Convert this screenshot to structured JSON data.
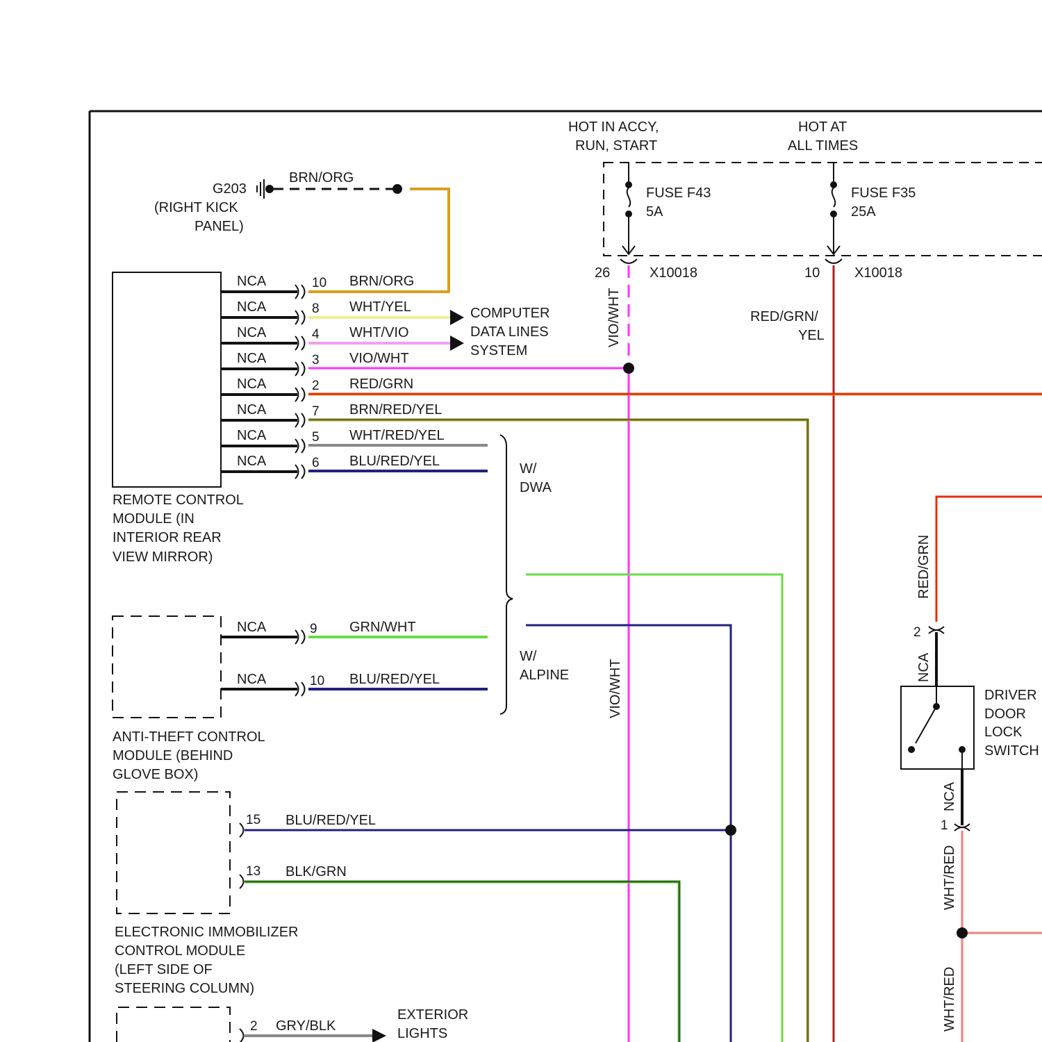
{
  "colors": {
    "brn_org": "#d9a020",
    "wht_yel": "#f0ee90",
    "wht_vio": "#f0a0f0",
    "vio_wht": "#ff33ff",
    "red_grn": "#e03010",
    "brn_red_yel": "#6b6b22",
    "wht_red_yel": "#888888",
    "blu_red_yel": "#202080",
    "grn_wht": "#66dd44",
    "blk_grn": "#2d6b1a",
    "red_grn_yel": "#b02020",
    "wht_red": "#f08080",
    "gry_blk": "#888888",
    "black": "#111111"
  },
  "power": {
    "accy_label_1": "HOT IN ACCY,",
    "accy_label_2": "RUN, START",
    "always_label_1": "HOT AT",
    "always_label_2": "ALL TIMES",
    "fuse_f43_name": "FUSE F43",
    "fuse_f43_rating": "5A",
    "fuse_f35_name": "FUSE F35",
    "fuse_f35_rating": "25A",
    "f43_pin": "26",
    "f35_pin": "10",
    "connector": "X10018"
  },
  "ground": {
    "id": "G203",
    "loc_1": "(RIGHT KICK",
    "loc_2": "PANEL)",
    "wire": "BRN/ORG"
  },
  "rcm": {
    "label_1": "REMOTE CONTROL",
    "label_2": "MODULE (IN",
    "label_3": "INTERIOR REAR",
    "label_4": "VIEW MIRROR)",
    "pins": [
      {
        "nca": "NCA",
        "pin": "10",
        "wire": "BRN/ORG"
      },
      {
        "nca": "NCA",
        "pin": "8",
        "wire": "WHT/YEL"
      },
      {
        "nca": "NCA",
        "pin": "4",
        "wire": "WHT/VIO"
      },
      {
        "nca": "NCA",
        "pin": "3",
        "wire": "VIO/WHT"
      },
      {
        "nca": "NCA",
        "pin": "2",
        "wire": "RED/GRN"
      },
      {
        "nca": "NCA",
        "pin": "7",
        "wire": "BRN/RED/YEL"
      },
      {
        "nca": "NCA",
        "pin": "5",
        "wire": "WHT/RED/YEL"
      },
      {
        "nca": "NCA",
        "pin": "6",
        "wire": "BLU/RED/YEL"
      }
    ]
  },
  "cdl": {
    "label_1": "COMPUTER",
    "label_2": "DATA LINES",
    "label_3": "SYSTEM"
  },
  "options": {
    "dwa_1": "W/",
    "dwa_2": "DWA",
    "alpine_1": "W/",
    "alpine_2": "ALPINE"
  },
  "atcm": {
    "label_1": "ANTI-THEFT CONTROL",
    "label_2": "MODULE (BEHIND",
    "label_3": "GLOVE BOX)",
    "pins": [
      {
        "nca": "NCA",
        "pin": "9",
        "wire": "GRN/WHT"
      },
      {
        "nca": "NCA",
        "pin": "10",
        "wire": "BLU/RED/YEL"
      }
    ]
  },
  "eicm": {
    "label_1": "ELECTRONIC IMMOBILIZER",
    "label_2": "CONTROL MODULE",
    "label_3": "(LEFT SIDE OF",
    "label_4": "STEERING COLUMN)",
    "pins": [
      {
        "pin": "15",
        "wire": "BLU/RED/YEL"
      },
      {
        "pin": "13",
        "wire": "BLK/GRN"
      }
    ]
  },
  "exterior": {
    "pin": "2",
    "wire": "GRY/BLK",
    "label_1": "EXTERIOR",
    "label_2": "LIGHTS"
  },
  "vertical_labels": {
    "vio_wht_upper": "VIO/WHT",
    "vio_wht_lower": "VIO/WHT",
    "red_grn_yel_1": "RED/GRN/",
    "red_grn_yel_2": "YEL",
    "red_grn_switch": "RED/GRN",
    "nca_switch_top": "NCA",
    "nca_switch_bottom": "NCA",
    "wht_red_upper": "WHT/RED",
    "wht_red_lower": "WHT/RED"
  },
  "door_switch": {
    "pin_top": "2",
    "pin_bottom": "1",
    "label_1": "DRIVER",
    "label_2": "DOOR",
    "label_3": "LOCK",
    "label_4": "SWITCH"
  }
}
